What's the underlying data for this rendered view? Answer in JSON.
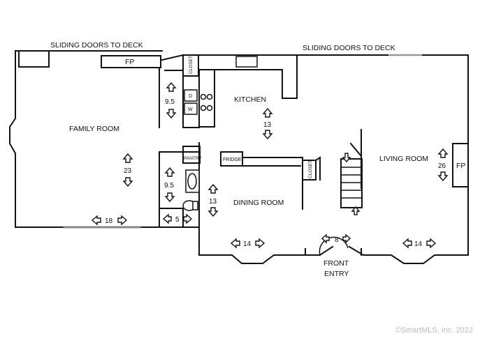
{
  "labels": {
    "deck_left": "SLIDING DOORS TO DECK",
    "deck_right": "SLIDING DOORS TO DECK",
    "fp_family": "FP",
    "fp_living": "FP",
    "family_room": "FAMILY ROOM",
    "kitchen": "KITCHEN",
    "living_room": "LIVING ROOM",
    "dining_room": "DINING ROOM",
    "front_entry_line1": "FRONT",
    "front_entry_line2": "ENTRY",
    "closet_kitchen": "CLOSET",
    "closet_dining": "CLOSET",
    "pantry": "PANTRY",
    "fridge": "FRIDGE",
    "dryer": "D",
    "washer": "W"
  },
  "dimensions": {
    "family_room_depth": "23",
    "family_room_width": "18",
    "laundry_depth": "9.5",
    "bath_depth": "9.5",
    "bath_width": "5",
    "kitchen_depth": "13",
    "dining_depth": "13",
    "dining_width": "14",
    "entry_width": "8",
    "living_width": "14",
    "living_depth": "26"
  },
  "watermark": "©SmartMLS, Inc.  2022"
}
